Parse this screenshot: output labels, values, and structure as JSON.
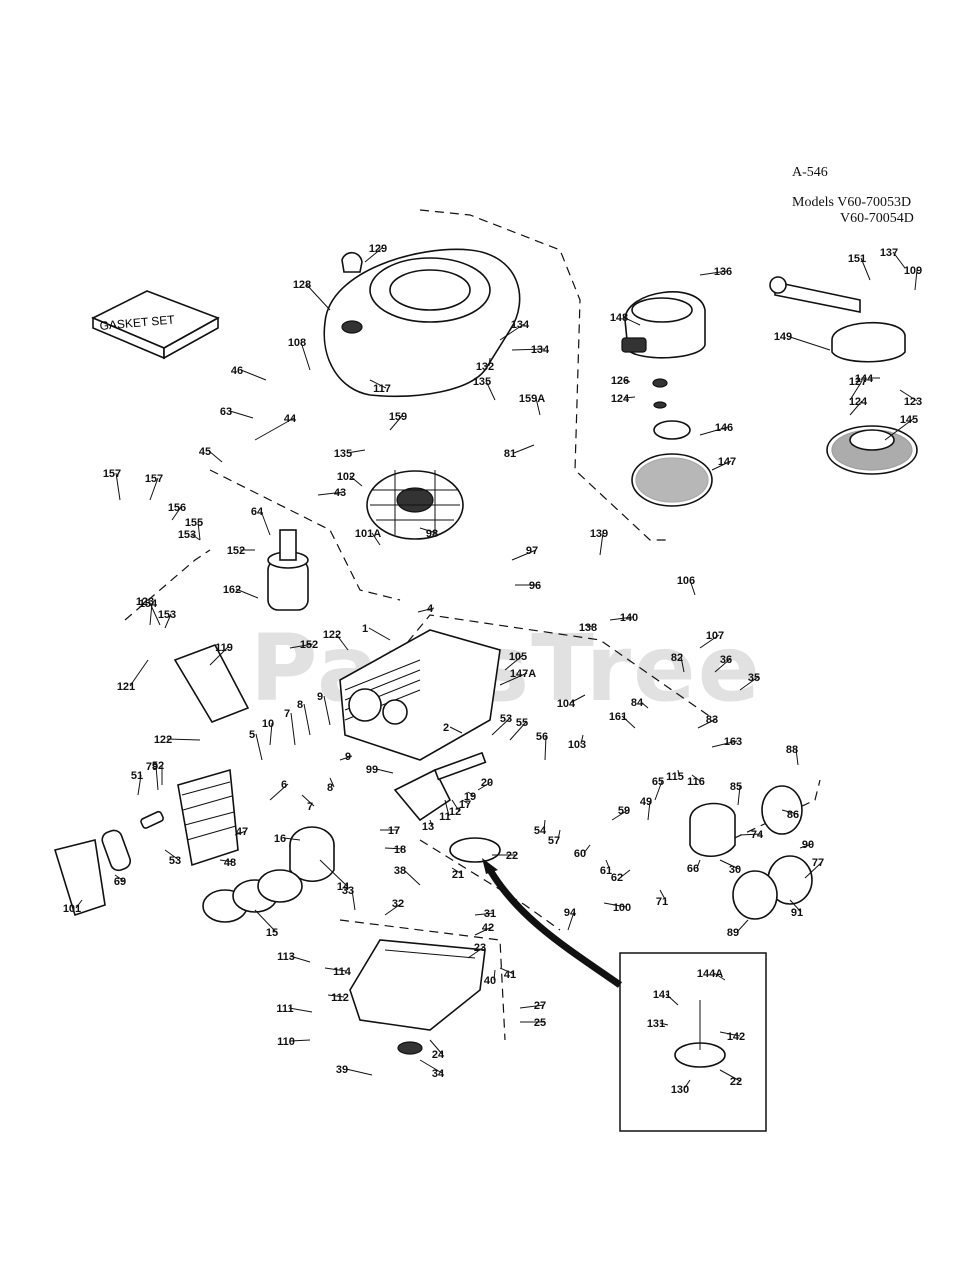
{
  "header": {
    "diagram_code": "A-546",
    "models_line1": "Models V60-70053D",
    "models_line2": "V60-70054D"
  },
  "gasket_label": "GASKET SET",
  "watermark": "PartsTree",
  "callouts": [
    "1",
    "2",
    "4",
    "5",
    "6",
    "7",
    "7",
    "8",
    "8",
    "9",
    "9",
    "10",
    "11",
    "12",
    "13",
    "14",
    "15",
    "16",
    "17",
    "17",
    "18",
    "19",
    "20",
    "21",
    "22",
    "22",
    "23",
    "24",
    "25",
    "27",
    "30",
    "31",
    "32",
    "33",
    "34",
    "35",
    "36",
    "38",
    "39",
    "40",
    "41",
    "42",
    "43",
    "44",
    "45",
    "46",
    "47",
    "48",
    "49",
    "51",
    "52",
    "53",
    "53",
    "54",
    "55",
    "56",
    "57",
    "59",
    "60",
    "61",
    "62",
    "63",
    "64",
    "65",
    "66",
    "69",
    "71",
    "74",
    "77",
    "79",
    "81",
    "82",
    "83",
    "84",
    "85",
    "86",
    "88",
    "89",
    "90",
    "91",
    "94",
    "96",
    "97",
    "98",
    "99",
    "100",
    "101",
    "101A",
    "102",
    "103",
    "104",
    "105",
    "106",
    "107",
    "108",
    "109",
    "110",
    "111",
    "112",
    "113",
    "114",
    "115",
    "116",
    "117",
    "119",
    "121",
    "122",
    "122",
    "123",
    "123",
    "124",
    "124",
    "126",
    "127",
    "128",
    "129",
    "130",
    "131",
    "132",
    "134",
    "134",
    "135",
    "135",
    "136",
    "137",
    "138",
    "139",
    "140",
    "141",
    "142",
    "144",
    "144A",
    "145",
    "146",
    "147",
    "147A",
    "148",
    "149",
    "151",
    "152",
    "152",
    "153",
    "153",
    "154",
    "155",
    "156",
    "157",
    "157",
    "159",
    "159A",
    "161",
    "162",
    "163"
  ]
}
